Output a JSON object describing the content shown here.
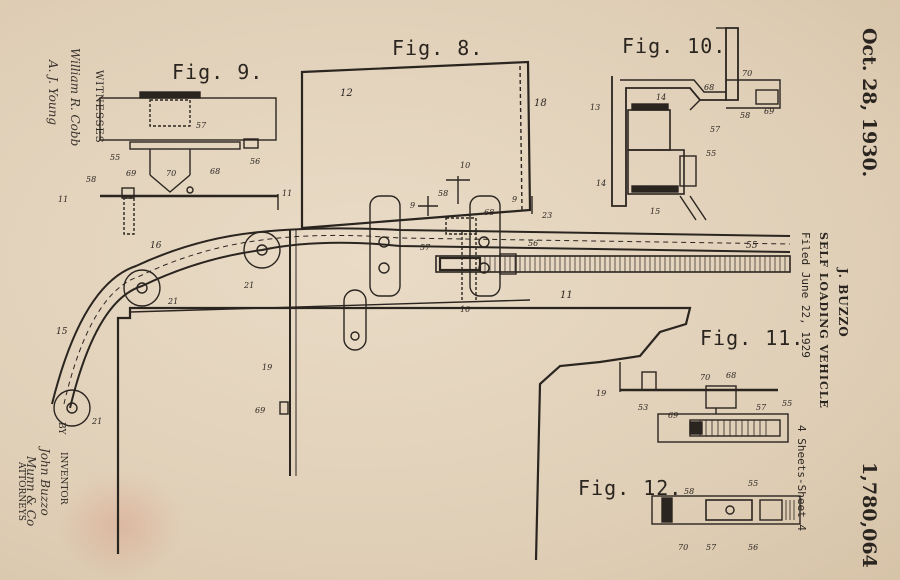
{
  "header": {
    "date": "Oct. 28, 1930.",
    "patent_number": "1,780,064",
    "inventor_name": "J. BUZZO",
    "title": "SELF LOADING VEHICLE",
    "filed": "Filed June 22, 1929",
    "sheets": "4 Sheets-Sheet 4"
  },
  "figures": [
    "Fig. 8.",
    "Fig. 9.",
    "Fig. 10.",
    "Fig. 11.",
    "Fig. 12."
  ],
  "witnesses_label": "WITNESSES",
  "inventor_label": "INVENTOR",
  "by_label": "BY",
  "attorneys_label": "ATTORNEYS",
  "signatures": {
    "witness_1": "William R. Cobb",
    "witness_2": "A. J. Young",
    "inventor": "John Buzzo",
    "attorneys": "Munn & Co"
  },
  "reference_numerals": [
    "9",
    "10",
    "11",
    "12",
    "13",
    "14",
    "15",
    "16",
    "18",
    "19",
    "21",
    "23",
    "53",
    "55",
    "56",
    "57",
    "58",
    "68",
    "69",
    "70"
  ],
  "colors": {
    "paper": "#e3d3bd",
    "ink": "#2b2520",
    "stain": "#d68c78"
  }
}
